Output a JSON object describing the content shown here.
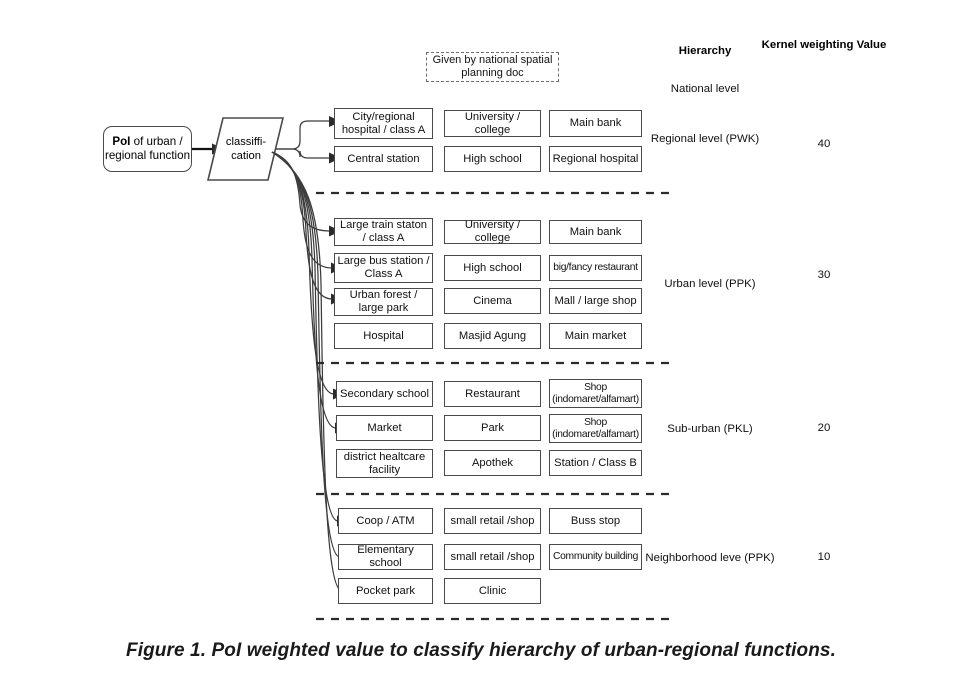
{
  "figure": {
    "caption": "Figure 1.  PoI weighted value to classify hierarchy of urban-regional functions."
  },
  "source_node": {
    "label_bold": "PoI",
    "label_rest": " of urban / regional function"
  },
  "process_node": {
    "label_line1": "classiffi-",
    "label_line2": "cation"
  },
  "annotation": {
    "note": "Given by national spatial planning doc"
  },
  "headers": {
    "hierarchy": "Hierarchy",
    "kernel_weighting": "Kernel weighting Value"
  },
  "levels": [
    {
      "name": "National level",
      "value": "",
      "rows": []
    },
    {
      "name": "Regional level (PWK)",
      "value": "40",
      "rows": [
        [
          "City/regional hospital / class A",
          "University / college",
          "Main bank"
        ],
        [
          "Central station",
          "High school",
          "Regional hospital"
        ]
      ]
    },
    {
      "name": "Urban level (PPK)",
      "value": "30",
      "rows": [
        [
          "Large train staton / class A",
          "University / college",
          "Main bank"
        ],
        [
          "Large bus station / Class A",
          "High school",
          "big/fancy restaurant"
        ],
        [
          "Urban forest / large park",
          "Cinema",
          "Mall / large shop"
        ],
        [
          "Hospital",
          "Masjid Agung",
          "Main market"
        ]
      ]
    },
    {
      "name": "Sub-urban (PKL)",
      "value": "20",
      "rows": [
        [
          "Secondary school",
          "Restaurant",
          "Shop (indomaret/alfamart)"
        ],
        [
          "Market",
          "Park",
          "Shop (indomaret/alfamart)"
        ],
        [
          "district healtcare facility",
          "Apothek",
          "Station / Class B"
        ]
      ]
    },
    {
      "name": "Neighborhood leve (PPK)",
      "value": "10",
      "rows": [
        [
          "Coop / ATM",
          "small retail /shop",
          "Buss stop"
        ],
        [
          "Elementary school",
          "small retail /shop",
          "Community building"
        ],
        [
          "Pocket park",
          "Clinic",
          ""
        ]
      ]
    }
  ],
  "colors": {
    "box_border": "#4a4a4a",
    "wire": "#3c3c3c",
    "separator": "#2b2b2b",
    "text": "#111111",
    "background": "#ffffff"
  }
}
